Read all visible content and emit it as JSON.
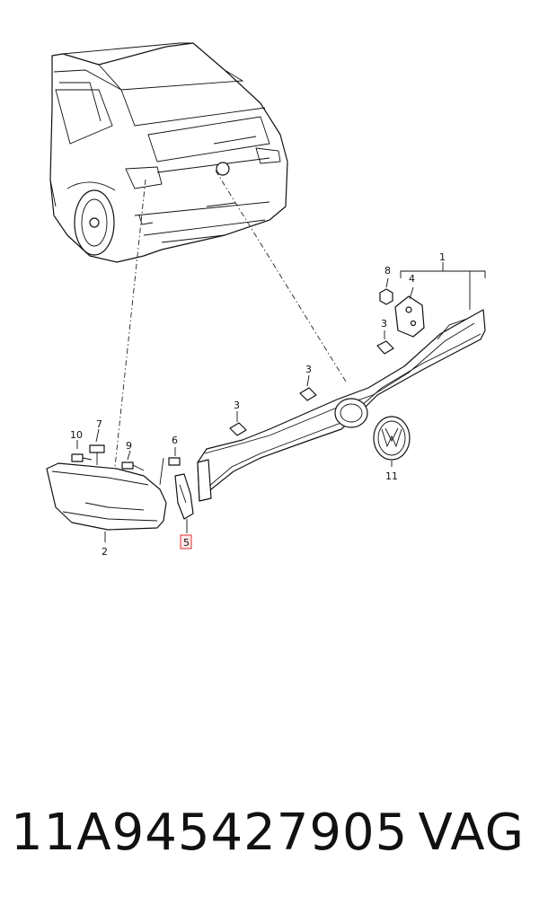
{
  "diagram": {
    "callouts": {
      "c1": "1",
      "c2": "2",
      "c3a": "3",
      "c3b": "3",
      "c3c": "3",
      "c4": "4",
      "c5": "5",
      "c6": "6",
      "c7": "7",
      "c8": "8",
      "c9": "9",
      "c10": "10",
      "c11": "11"
    },
    "highlight_color": "#e03030"
  },
  "footer": {
    "part_number": "11A945427905",
    "brand": "VAG"
  }
}
